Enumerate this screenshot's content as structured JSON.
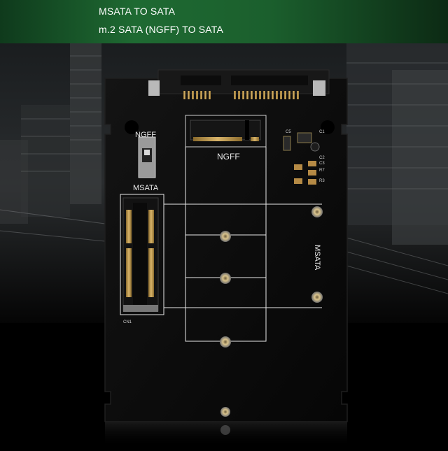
{
  "header": {
    "line1": "MSATA TO SATA",
    "line2": "m.2 SATA (NGFF) TO SATA"
  },
  "board": {
    "ngff_top_label": "NGFF",
    "ngff_slot_label": "NGFF",
    "msata_switch_label": "MSATA",
    "msata_side_label": "MSATA",
    "component_labels": [
      "C1",
      "C2",
      "R7",
      "R3",
      "C5",
      "C3",
      "CN1"
    ]
  },
  "colors": {
    "header_green": "#1e6a32",
    "pcb_black": "#0b0b0b",
    "silkscreen": "#e8e8e8",
    "gold_pin": "#c9a455"
  }
}
